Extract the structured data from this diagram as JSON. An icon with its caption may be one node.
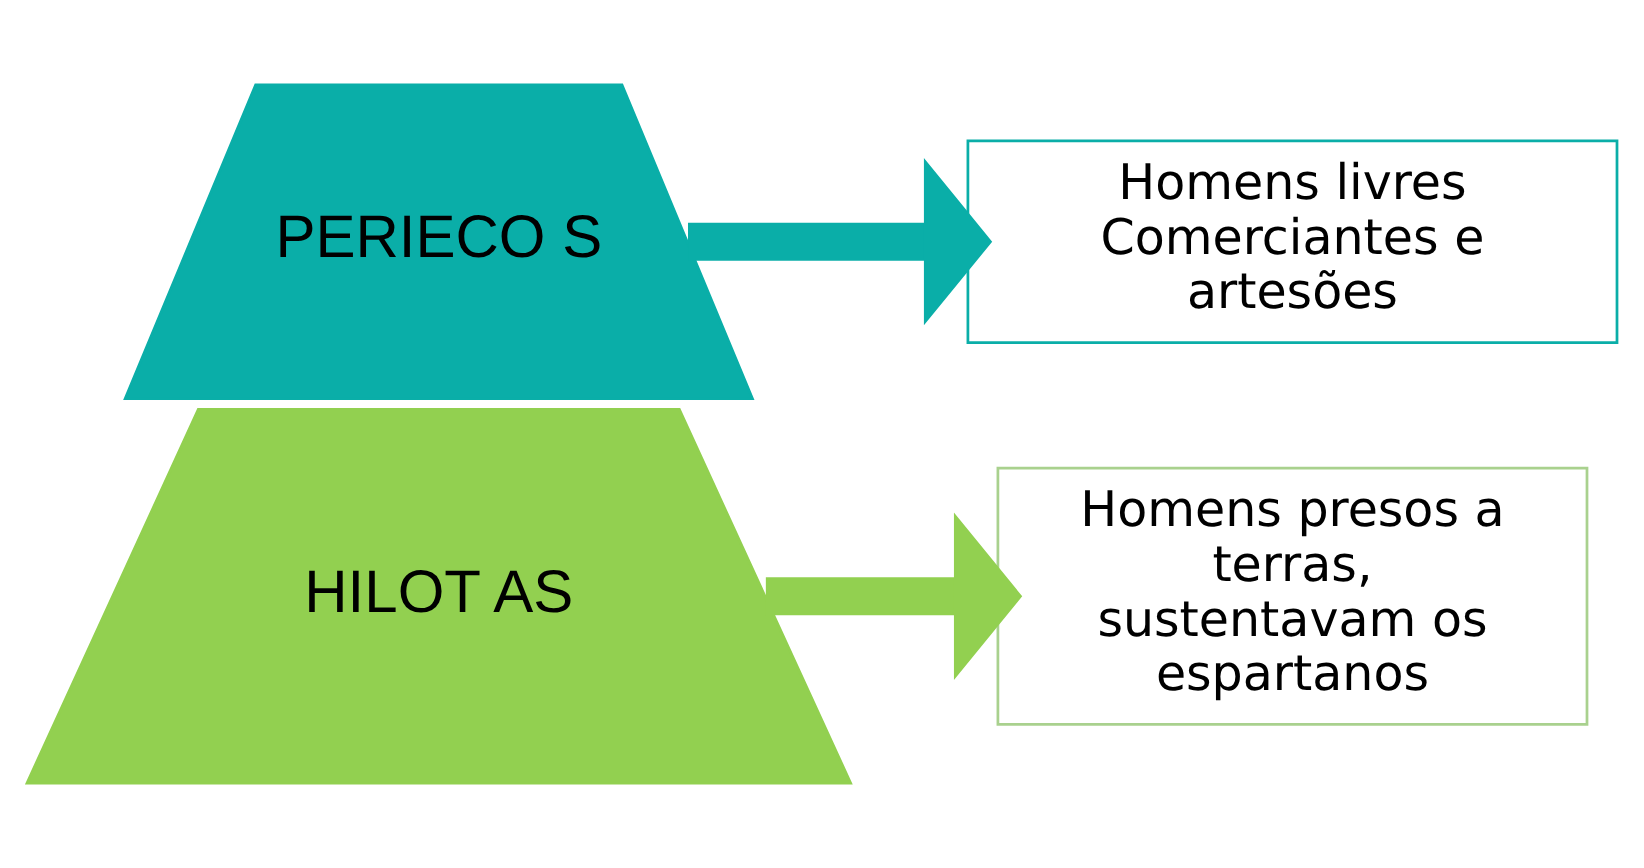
{
  "diagram": {
    "nodes": [
      {
        "text": [
          "PERIECO S"
        ]
      },
      {
        "text": [
          "HILOT AS"
        ]
      },
      {
        "text": [
          "Homens livres Comerciantes e artesões"
        ]
      },
      {
        "text": [
          "Homens presos a terras, sustentavam os espartanos"
        ]
      }
    ],
    "edges": [
      {
        "from": 0,
        "to": 2,
        "arrow": "to",
        "color": "#0aaea8"
      },
      {
        "from": 1,
        "to": 3,
        "arrow": "to",
        "color": "#92d050"
      }
    ]
  }
}
